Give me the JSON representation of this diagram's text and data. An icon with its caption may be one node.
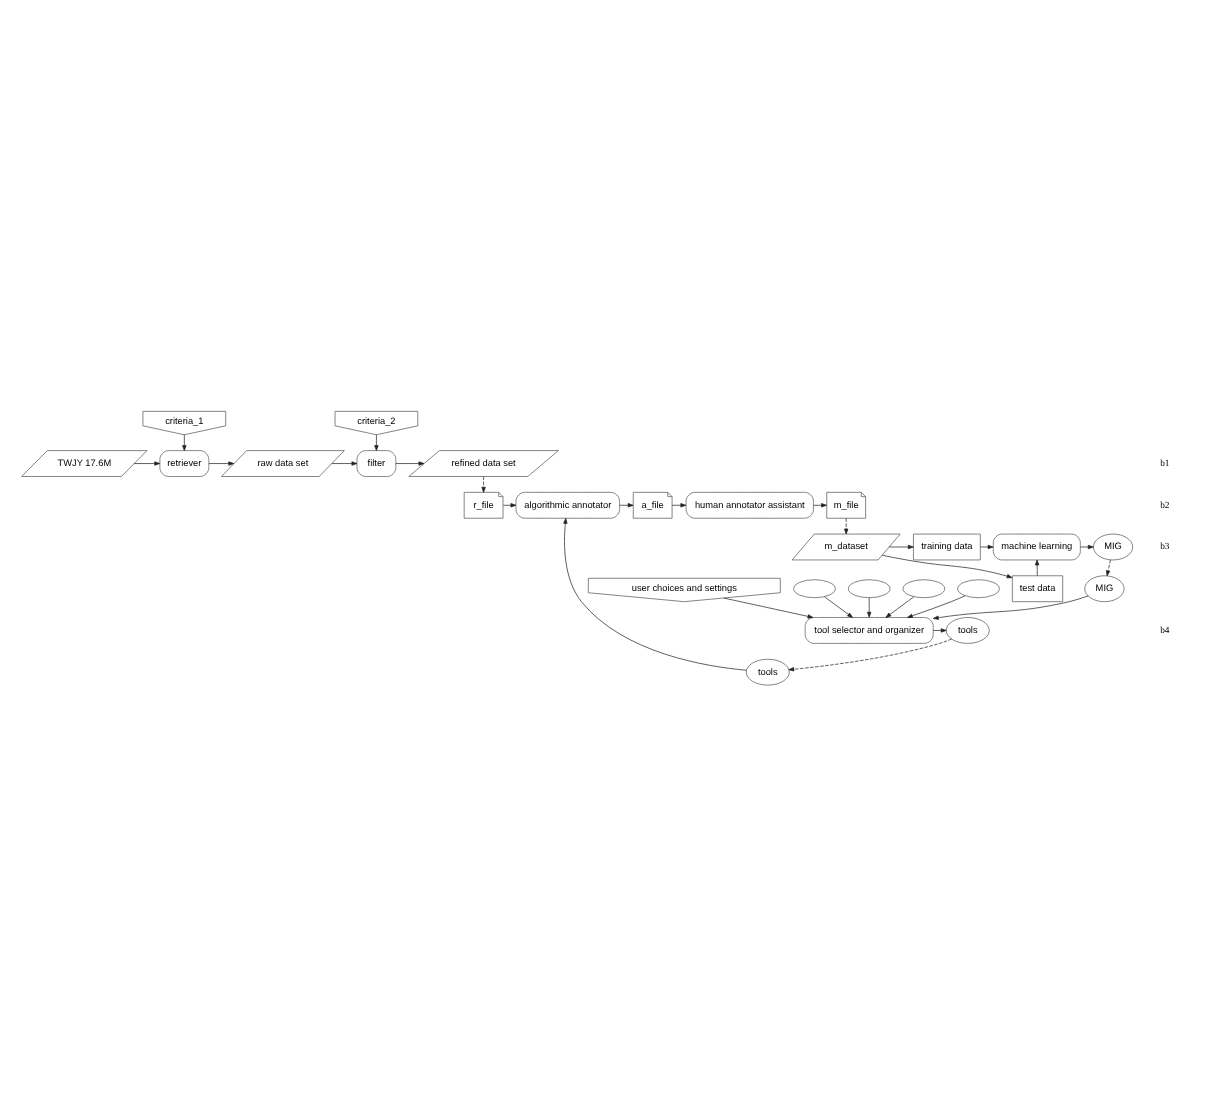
{
  "diagram": {
    "nodes": [
      {
        "text": [
          "criteria_1"
        ]
      },
      {
        "text": [
          "TWJY 17.6M"
        ]
      },
      {
        "text": [
          "retriever"
        ]
      },
      {
        "text": [
          "raw data set"
        ]
      },
      {
        "text": [
          "criteria_2"
        ]
      },
      {
        "text": [
          "filter"
        ]
      },
      {
        "text": [
          "refined data set"
        ]
      },
      {
        "text": [
          "tools"
        ]
      },
      {
        "text": [
          "r_file"
        ]
      },
      {
        "text": [
          "algorithmic annotator"
        ]
      },
      {
        "text": [
          "a_file"
        ]
      },
      {
        "text": [
          "human annotator assistant"
        ]
      },
      {
        "text": [
          "m_file"
        ]
      },
      {
        "text": [
          "m_dataset"
        ]
      },
      {
        "text": [
          "training data"
        ]
      },
      {
        "text": [
          "test data"
        ]
      },
      {
        "text": [
          "machine learning"
        ]
      },
      {
        "text": [
          "MIG"
        ]
      },
      {
        "text": [
          "user choices and settings"
        ]
      },
      {
        "text": [
          "tool selector and organizer"
        ]
      },
      {
        "text": [
          "tools"
        ]
      },
      {
        "text": [],
        "shape": "ellipse"
      },
      {
        "text": [],
        "shape": "ellipse"
      },
      {
        "text": [],
        "shape": "ellipse"
      },
      {
        "text": [],
        "shape": "ellipse"
      },
      {
        "text": [
          "MIG"
        ]
      }
    ],
    "edges": [
      {
        "from": 0,
        "to": 2,
        "arrow": "to"
      },
      {
        "from": 1,
        "to": 2,
        "arrow": "to"
      },
      {
        "from": 2,
        "to": 3,
        "arrow": "to"
      },
      {
        "from": 4,
        "to": 5,
        "arrow": "to"
      },
      {
        "from": 3,
        "to": 5,
        "arrow": "to"
      },
      {
        "from": 5,
        "to": 6,
        "arrow": "to"
      },
      {
        "from": 6,
        "to": 8,
        "arrow": "to",
        "style": "dashed"
      },
      {
        "from": 7,
        "to": 9,
        "arrow": "to"
      },
      {
        "from": 8,
        "to": 9,
        "arrow": "to"
      },
      {
        "from": 9,
        "to": 10,
        "arrow": "to"
      },
      {
        "from": 10,
        "to": 11,
        "arrow": "to"
      },
      {
        "from": 11,
        "to": 12,
        "arrow": "to"
      },
      {
        "from": 12,
        "to": 13,
        "arrow": "to",
        "style": "dashed"
      },
      {
        "from": 13,
        "to": 14,
        "arrow": "to"
      },
      {
        "from": 13,
        "to": 15,
        "arrow": "to"
      },
      {
        "from": 14,
        "to": 16,
        "arrow": "to"
      },
      {
        "from": 15,
        "to": 16,
        "arrow": "to"
      },
      {
        "from": 16,
        "to": 17,
        "arrow": "to"
      },
      {
        "from": 17,
        "to": 25,
        "arrow": "to",
        "style": "dashed"
      },
      {
        "from": 18,
        "to": 19,
        "arrow": "to"
      },
      {
        "from": 19,
        "to": 20,
        "arrow": "to"
      },
      {
        "from": 20,
        "to": 7,
        "arrow": "to",
        "style": "dashed"
      },
      {
        "from": 21,
        "to": 19,
        "arrow": "to"
      },
      {
        "from": 22,
        "to": 19,
        "arrow": "to"
      },
      {
        "from": 23,
        "to": 19,
        "arrow": "to"
      },
      {
        "from": 24,
        "to": 19,
        "arrow": "to"
      },
      {
        "from": 25,
        "to": 19,
        "arrow": "to"
      }
    ],
    "labels": [
      "b1",
      "b2",
      "b3",
      "b4"
    ]
  }
}
